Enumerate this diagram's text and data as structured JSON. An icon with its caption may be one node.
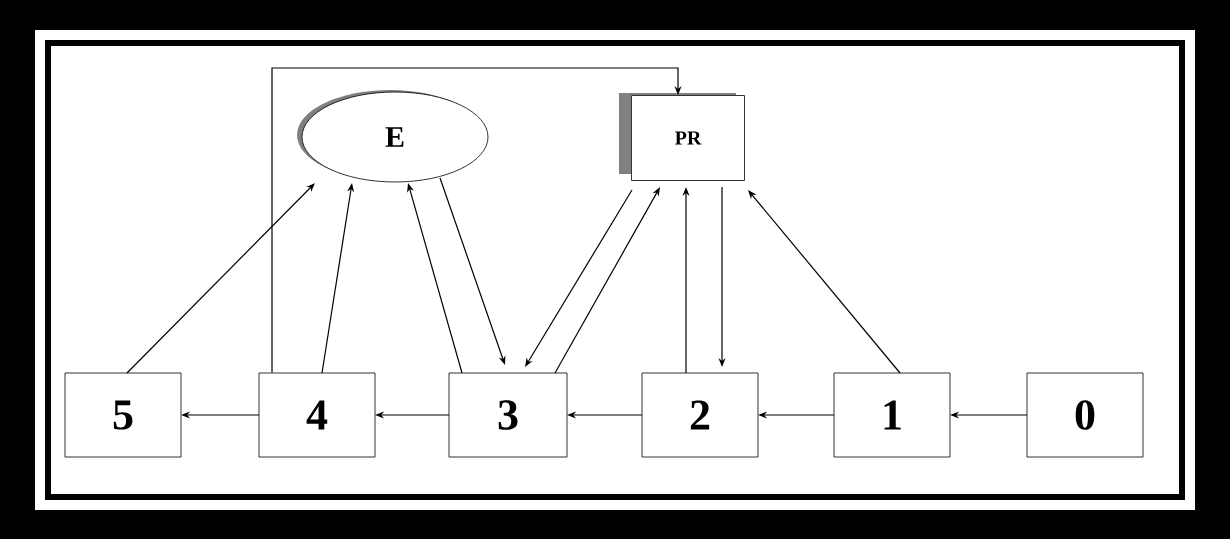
{
  "diagram": {
    "nodes": [
      {
        "text": [
          "E"
        ]
      },
      {
        "text": [
          "PR"
        ]
      },
      {
        "text": [
          "5"
        ]
      },
      {
        "text": [
          "4"
        ]
      },
      {
        "text": [
          "3"
        ]
      },
      {
        "text": [
          "2"
        ]
      },
      {
        "text": [
          "1"
        ]
      },
      {
        "text": [
          "0"
        ]
      }
    ],
    "edges": [
      {
        "from": 7,
        "to": 6,
        "arrow": "to"
      },
      {
        "from": 6,
        "to": 5,
        "arrow": "to"
      },
      {
        "from": 5,
        "to": 4,
        "arrow": "to"
      },
      {
        "from": 4,
        "to": 3,
        "arrow": "to"
      },
      {
        "from": 3,
        "to": 2,
        "arrow": "to"
      },
      {
        "from": 2,
        "to": 0,
        "arrow": "to"
      },
      {
        "from": 3,
        "to": 0,
        "arrow": "to"
      },
      {
        "from": 4,
        "to": 0,
        "arrow": "to"
      },
      {
        "from": 0,
        "to": 4,
        "arrow": "to"
      },
      {
        "from": 1,
        "to": 4,
        "arrow": "to"
      },
      {
        "from": 4,
        "to": 1,
        "arrow": "to"
      },
      {
        "from": 5,
        "to": 1,
        "arrow": "to"
      },
      {
        "from": 1,
        "to": 5,
        "arrow": "to"
      },
      {
        "from": 6,
        "to": 1,
        "arrow": "to"
      },
      {
        "from": 3,
        "to": 1,
        "arrow": "to"
      }
    ]
  }
}
